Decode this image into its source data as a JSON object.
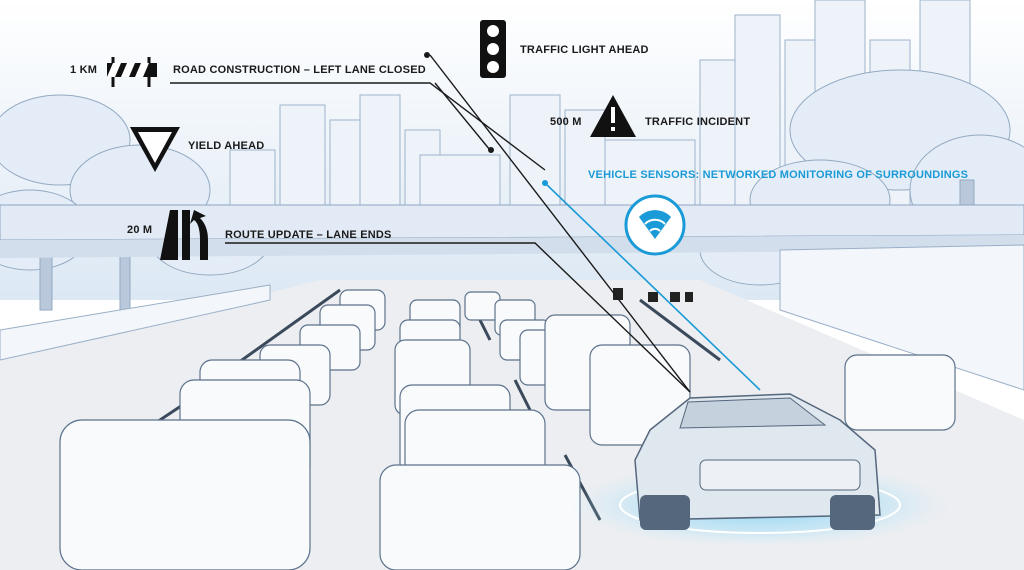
{
  "annotations": [
    {
      "id": "construction",
      "distance": "1 KM",
      "text": "ROAD CONSTRUCTION – LEFT LANE CLOSED",
      "icon": "road-barrier-icon"
    },
    {
      "id": "traffic-light",
      "distance": "",
      "text": "TRAFFIC LIGHT AHEAD",
      "icon": "traffic-light-icon"
    },
    {
      "id": "incident",
      "distance": "500 M",
      "text": "TRAFFIC INCIDENT",
      "icon": "warning-triangle-icon"
    },
    {
      "id": "yield",
      "distance": "",
      "text": "YIELD AHEAD",
      "icon": "yield-sign-icon"
    },
    {
      "id": "lane-ends",
      "distance": "20 M",
      "text": "ROUTE UPDATE – LANE ENDS",
      "icon": "lane-ends-icon"
    }
  ],
  "sensor": {
    "text": "VEHICLE SENSORS: NETWORKED MONITORING OF SURROUNDINGS",
    "icon": "wireless-signal-icon"
  },
  "colors": {
    "accent": "#1a9ad6",
    "line": "#1a1a1a",
    "sky": "#dfeaf5",
    "road": "#eceef1",
    "sketch": "#7d92ad"
  }
}
